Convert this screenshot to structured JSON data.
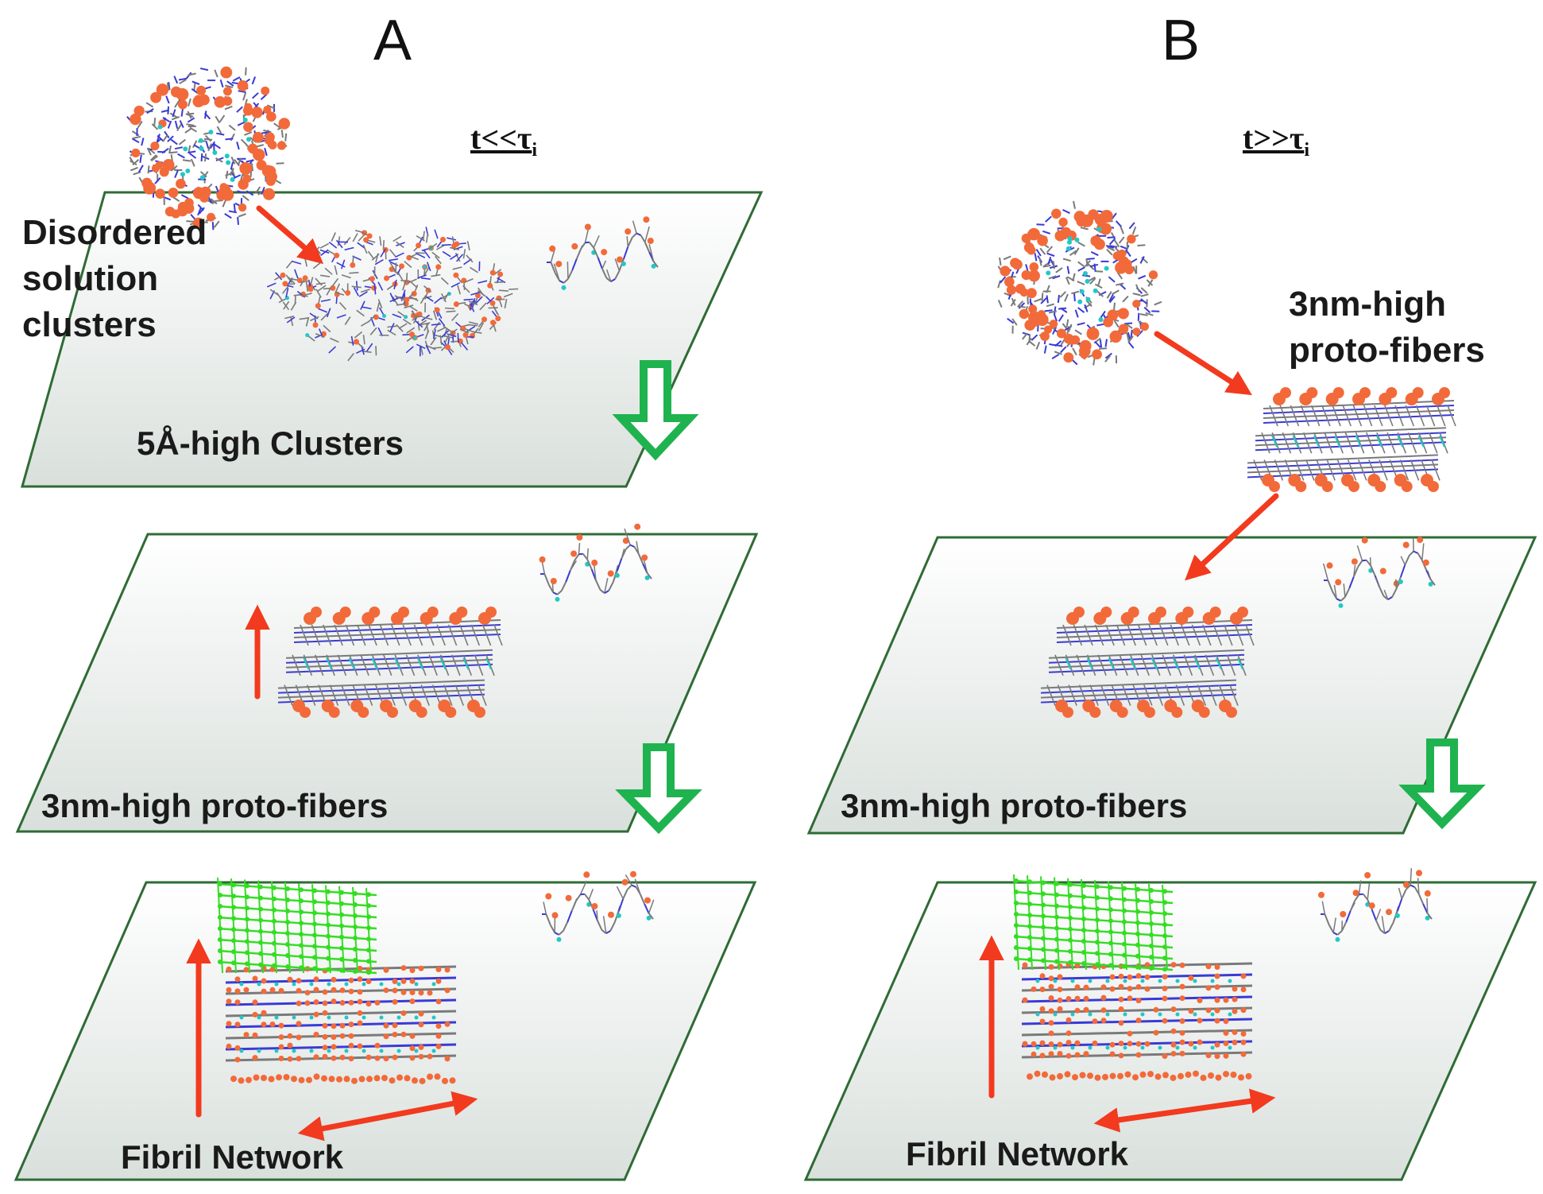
{
  "panels": {
    "a": {
      "letter": "A",
      "time_main": "t<<τ",
      "time_sub": "i",
      "disordered": [
        "Disordered",
        "solution",
        "clusters"
      ],
      "layer1": "5Å-high Clusters",
      "layer2": "3nm-high proto-fibers",
      "layer3": "Fibril Network"
    },
    "b": {
      "letter": "B",
      "time_main": "t>>τ",
      "time_sub": "i",
      "protofiber": [
        "3nm-high",
        "proto-fibers"
      ],
      "layer2": "3nm-high proto-fibers",
      "layer3": "Fibril Network"
    }
  },
  "colors": {
    "plane_fill": "#e6ece8",
    "plane_edge": "#2f6b34",
    "arrow_red": "#f23a1e",
    "arrow_green": "#1fb34f",
    "atom_orange": "#f26a3a",
    "atom_blue": "#3a3ad6",
    "atom_cyan": "#22c7c7",
    "atom_gray": "#7a7a7a",
    "fibril_green": "#33dd22"
  }
}
